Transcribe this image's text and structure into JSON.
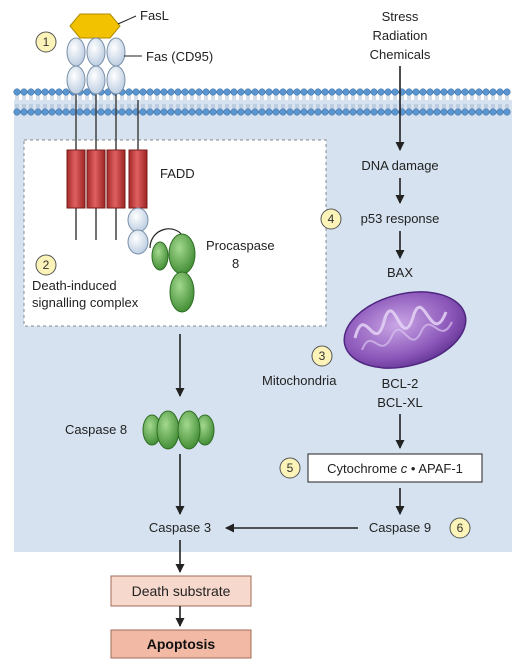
{
  "colors": {
    "cell": "#d6e2f0",
    "membrane_head": "#5b95d0",
    "receptor": "#dfe8f2",
    "ligand": "#f2c200",
    "fadd": "#cc4040",
    "caspase": "#5aa84a",
    "mito": "#8a55b8",
    "substrate_box": "#f7d8cc",
    "apoptosis_box": "#f2b9a4",
    "step_circle": "#fbf3b8"
  },
  "labels": {
    "fasl": "FasL",
    "fas": "Fas (CD95)",
    "stress_line1": "Stress",
    "stress_line2": "Radiation",
    "stress_line3": "Chemicals",
    "fadd": "FADD",
    "procaspase_line1": "Procaspase",
    "procaspase_line2": "8",
    "disc_line1": "Death-induced",
    "disc_line2": "signalling complex",
    "dna_damage": "DNA damage",
    "p53": "p53 response",
    "bax": "BAX",
    "mitochondria": "Mitochondria",
    "bcl2": "BCL-2",
    "bclxl": "BCL-XL",
    "cyto_pre": "Cytochrome ",
    "cyto_c": "c",
    "cyto_post": " • APAF-1",
    "caspase8": "Caspase 8",
    "caspase3": "Caspase 3",
    "caspase9": "Caspase 9",
    "death_substrate": "Death substrate",
    "apoptosis": "Apoptosis"
  },
  "steps": [
    "1",
    "2",
    "3",
    "4",
    "5",
    "6"
  ]
}
